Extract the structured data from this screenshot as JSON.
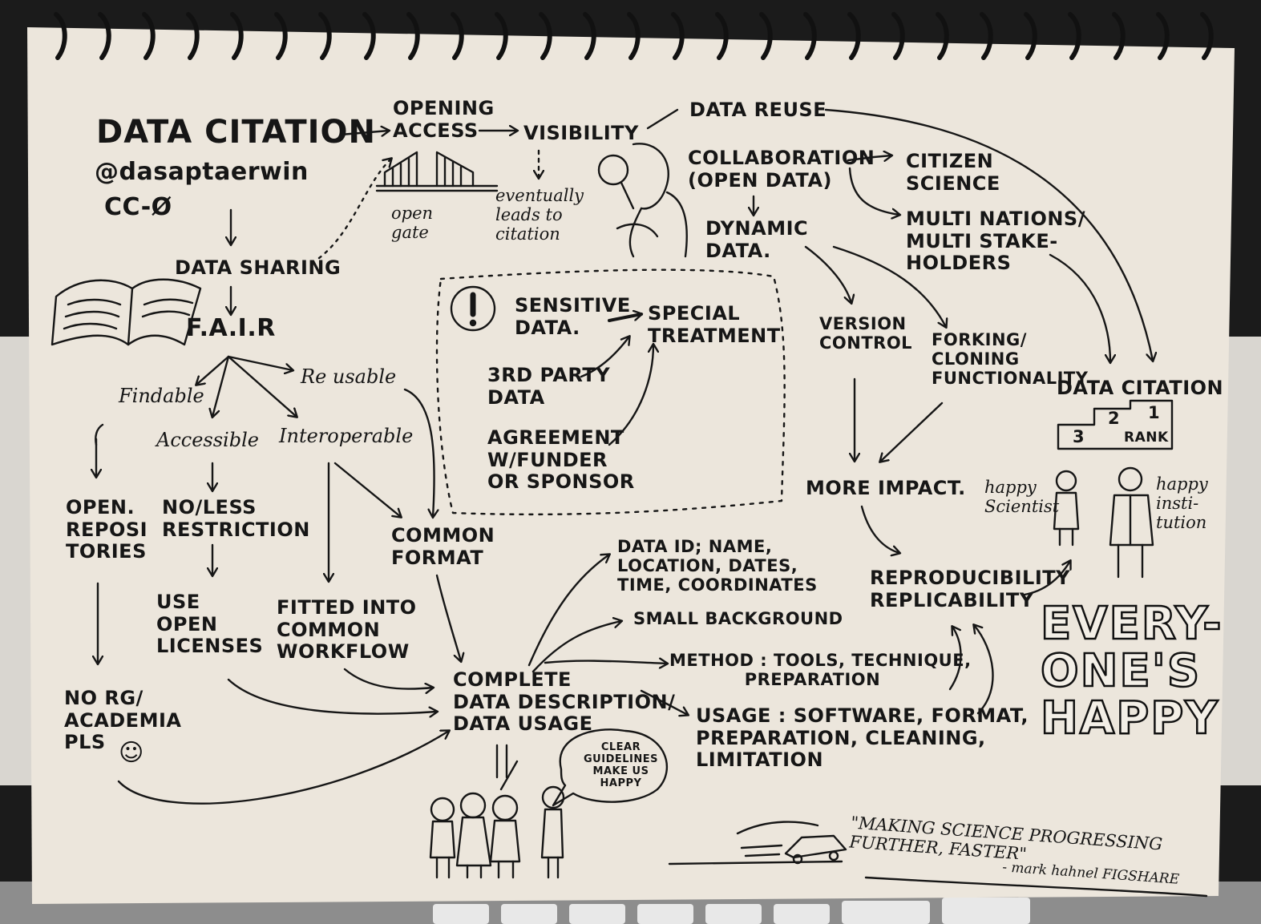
{
  "colors": {
    "paper": "#ece6dc",
    "ink": "#161616",
    "spiral": "#111111",
    "backdrop": "#1b1b1b"
  },
  "header": {
    "title": "DATA CITATION",
    "author": "@dasaptaerwin",
    "license": "CC-Ø"
  },
  "left_branch": {
    "data_sharing": "DATA SHARING",
    "fair": "F.A.I.R",
    "findable": "Findable",
    "accessible": "Accessible",
    "interoperable": "Interoperable",
    "reusable": "Re usable",
    "open_repositories": "OPEN.\nREPOSI\nTORIES",
    "no_rg": "NO RG/\nACADEMIA\nPLS",
    "no_less_restriction": "NO/LESS\nRESTRICTION",
    "use_open_licenses": "USE\nOPEN\nLICENSES",
    "fitted_workflow": "FITTED INTO\nCOMMON\nWORKFLOW",
    "common_format": "COMMON\nFORMAT"
  },
  "top_chain": {
    "opening_access": "OPENING\nACCESS",
    "visibility": "VISIBILITY",
    "open_gate": "open\ngate",
    "eventually": "eventually\nleads to\ncitation",
    "data_reuse": "DATA REUSE",
    "collaboration": "COLLABORATION\n(OPEN DATA)",
    "dynamic_data": "DYNAMIC\nDATA.",
    "citizen_science": "CITIZEN\nSCIENCE",
    "multi_nations": "MULTI NATIONS/\nMULTI STAKE-\nHOLDERS"
  },
  "special_box": {
    "sensitive": "SENSITIVE\nDATA.",
    "special": "SPECIAL\nTREATMENT",
    "third_party": "3RD PARTY\nDATA",
    "agreement": "AGREEMENT\nW/FUNDER\nOR SPONSOR"
  },
  "right_branch": {
    "version_control": "VERSION\nCONTROL",
    "forking": "FORKING/\nCLONING\nFUNCTIONALITY",
    "data_citation_rank": "DATA CITATION",
    "podium_1": "1",
    "podium_2": "2",
    "podium_3": "3",
    "rank": "RANK",
    "more_impact": "MORE IMPACT.",
    "happy_scientist": "happy\nScientist",
    "happy_institution": "happy\ninsti-\ntution",
    "reproducibility": "REPRODUCIBILITY\nREPLICABILITY",
    "everyone": "EVERY-\nONE'S\nHAPPY"
  },
  "description": {
    "complete": "COMPLETE\nDATA DESCRIPTION/\nDATA USAGE",
    "data_id": "DATA ID; NAME,\nLOCATION, DATES,\nTIME, COORDINATES",
    "background": "SMALL BACKGROUND",
    "method": "METHOD : TOOLS, TECHNIQUE,\n            PREPARATION",
    "usage": "USAGE : SOFTWARE, FORMAT,\nPREPARATION, CLEANING,\nLIMITATION",
    "bubble": "CLEAR\nGUIDELINES\nMAKE US\nHAPPY"
  },
  "quote": {
    "text": "\"MAKING SCIENCE PROGRESSING\nFURTHER, FASTER\"",
    "credit": "- mark hahnel FIGSHARE"
  }
}
